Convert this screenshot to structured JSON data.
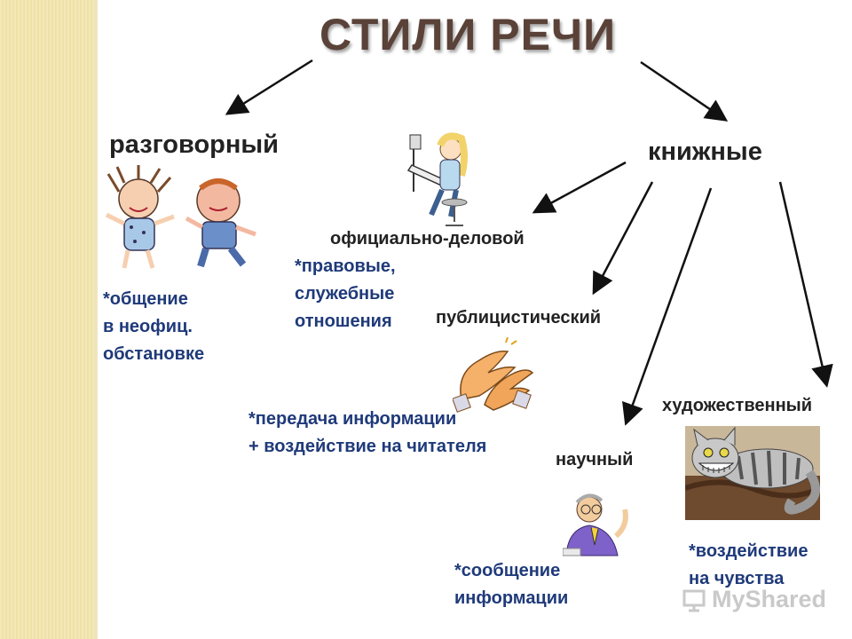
{
  "title": "СТИЛИ РЕЧИ",
  "branches": {
    "colloquial": {
      "label": "разговорный",
      "note": [
        "*общение",
        "в неофиц.",
        "обстановке"
      ]
    },
    "bookish": {
      "label": "книжные"
    },
    "official": {
      "label": "официально-деловой",
      "note": [
        "*правовые,",
        "служебные",
        "отношения"
      ]
    },
    "publicistic": {
      "label": "публицистический",
      "note": [
        "*передача информации",
        "+ воздействие на читателя"
      ]
    },
    "scientific": {
      "label": "научный",
      "note": [
        "*сообщение",
        "информации"
      ]
    },
    "artistic": {
      "label": "художественный",
      "note": [
        "*воздействие",
        "на чувства"
      ]
    }
  },
  "watermark": "MyShared",
  "colors": {
    "title": "#5a4238",
    "note": "#1f3a7a",
    "stripe": "#efe1a6"
  }
}
